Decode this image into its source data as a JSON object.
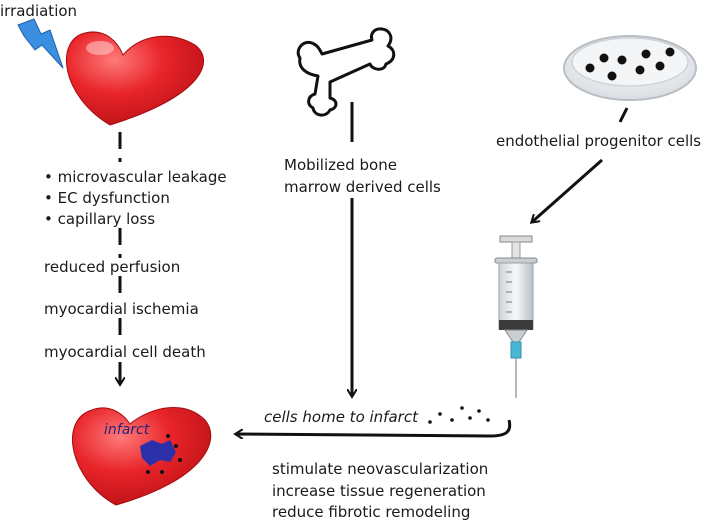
{
  "irradiation_label": "irradiation",
  "left_column": {
    "bullets": [
      "microvascular leakage",
      "EC dysfunction",
      "capillary loss"
    ],
    "bullet_symbol": "•",
    "step_reduced_perfusion": "reduced perfusion",
    "step_ischemia": "myocardial ischemia",
    "step_cell_death": "myocardial cell death"
  },
  "bone_label": {
    "line1": "Mobilized bone",
    "line2": "marrow derived cells"
  },
  "epc_label": "endothelial progenitor cells",
  "home_label": "cells home to infarct",
  "infarct_label": "infarct",
  "effects": [
    "stimulate neovascularization",
    "increase tissue regeneration",
    "reduce fibrotic remodeling"
  ],
  "colors": {
    "heart_red": "#e8252a",
    "heart_highlight": "#ff6b6b",
    "infarct_blue": "#2b2fa8",
    "lightning_blue": "#3a8fe0",
    "line": "#111111",
    "syringe_needle": "#48b7d6"
  }
}
